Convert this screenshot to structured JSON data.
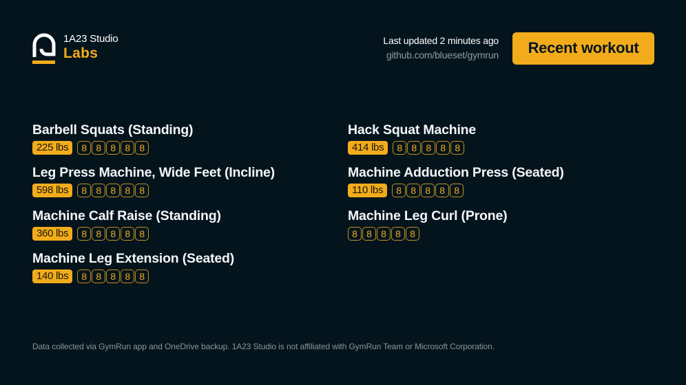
{
  "brand": {
    "studio": "1A23 Studio",
    "product": "Labs",
    "logo_icon": "arch-logo-icon"
  },
  "header": {
    "last_updated": "Last updated 2 minutes ago",
    "repo_link": "github.com/blueset/gymrun",
    "button_label": "Recent workout"
  },
  "colors": {
    "background": "#04141d",
    "accent": "#f2ac1b",
    "text": "#ffffff",
    "muted": "#8f9aa1"
  },
  "exercises": [
    {
      "name": "Barbell Squats (Standing)",
      "weight": "225 lbs",
      "reps": [
        "8",
        "8",
        "8",
        "8",
        "8"
      ]
    },
    {
      "name": "Hack Squat Machine",
      "weight": "414 lbs",
      "reps": [
        "8",
        "8",
        "8",
        "8",
        "8"
      ]
    },
    {
      "name": "Leg Press Machine, Wide Feet (Incline)",
      "weight": "598 lbs",
      "reps": [
        "8",
        "8",
        "8",
        "8",
        "8"
      ]
    },
    {
      "name": "Machine Adduction Press (Seated)",
      "weight": "110 lbs",
      "reps": [
        "8",
        "8",
        "8",
        "8",
        "8"
      ]
    },
    {
      "name": "Machine Calf Raise (Standing)",
      "weight": "360 lbs",
      "reps": [
        "8",
        "8",
        "8",
        "8",
        "8"
      ]
    },
    {
      "name": "Machine Leg Curl (Prone)",
      "weight": null,
      "reps": [
        "8",
        "8",
        "8",
        "8",
        "8"
      ]
    },
    {
      "name": "Machine Leg Extension (Seated)",
      "weight": "140 lbs",
      "reps": [
        "8",
        "8",
        "8",
        "8",
        "8"
      ]
    }
  ],
  "footer": {
    "disclaimer": "Data collected via GymRun app and OneDrive backup. 1A23 Studio is not affiliated with GymRun Team or Microsoft Corporation."
  }
}
